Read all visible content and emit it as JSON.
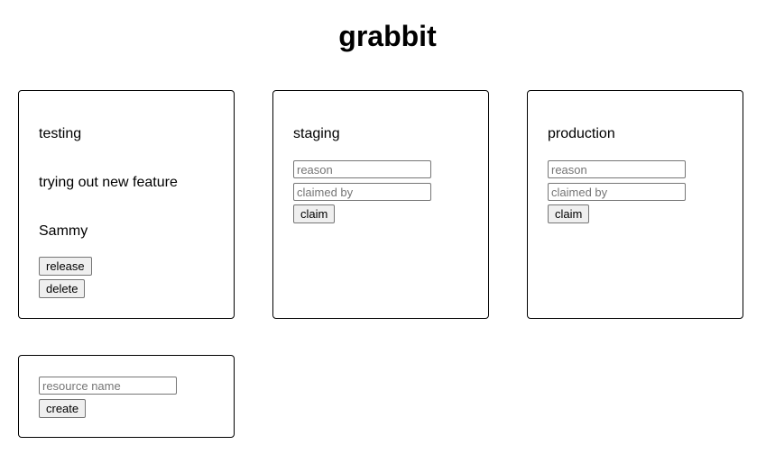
{
  "app": {
    "title": "grabbit"
  },
  "resources": [
    {
      "name": "testing",
      "status": "claimed",
      "reason": "trying out new feature",
      "claimed_by": "Sammy",
      "release_label": "release",
      "delete_label": "delete"
    },
    {
      "name": "staging",
      "status": "available",
      "reason_placeholder": "reason",
      "claimed_by_placeholder": "claimed by",
      "claim_label": "claim"
    },
    {
      "name": "production",
      "status": "available",
      "reason_placeholder": "reason",
      "claimed_by_placeholder": "claimed by",
      "claim_label": "claim"
    }
  ],
  "create_form": {
    "name_placeholder": "resource name",
    "create_label": "create"
  }
}
